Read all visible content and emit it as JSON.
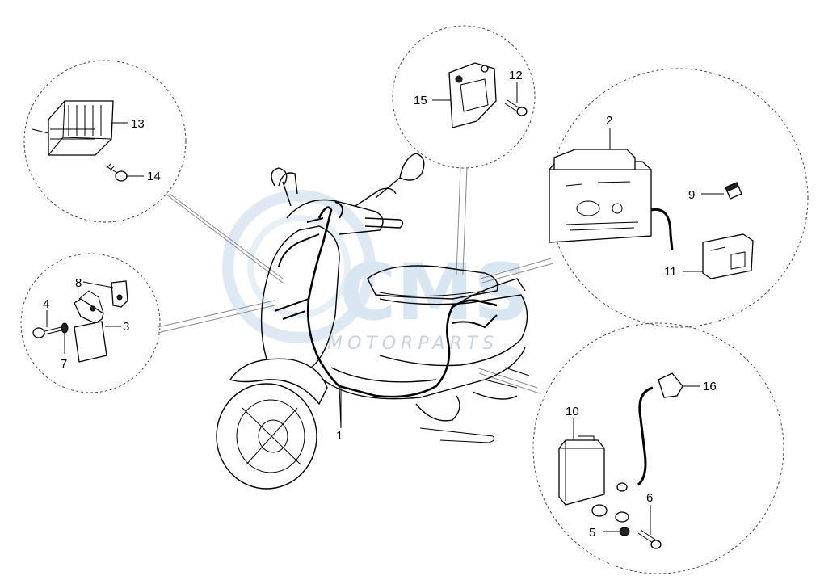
{
  "watermark": {
    "text": "CMS",
    "subtext": "MOTORPARTS"
  },
  "callouts": {
    "c1": "1",
    "c2": "2",
    "c3": "3",
    "c4": "4",
    "c5": "5",
    "c6": "6",
    "c7": "7",
    "c8": "8",
    "c9": "9",
    "c10": "10",
    "c11": "11",
    "c12": "12",
    "c13": "13",
    "c14": "14",
    "c15": "15",
    "c16": "16"
  }
}
